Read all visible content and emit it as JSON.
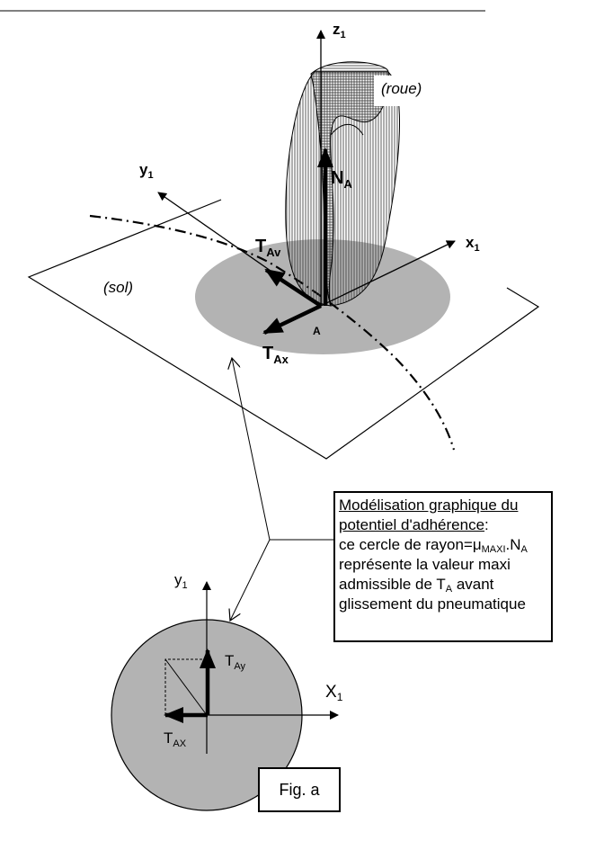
{
  "labels": {
    "z1": "z",
    "z1_sub": "1",
    "roue": "(roue)",
    "y1": "y",
    "y1_sub": "1",
    "x1": "x",
    "x1_sub": "1",
    "sol": "(sol)",
    "NA": "N",
    "NA_sub": "A",
    "TAv": "T",
    "TAv_sub": "Av",
    "TAx": "T",
    "TAx_sub": "Ax",
    "A": "A",
    "bottom_y1": "y",
    "bottom_y1_sub": "1",
    "bottom_X1": "X",
    "bottom_X1_sub": "1",
    "TAy": "T",
    "TAy_sub": "Ay",
    "TAX": "T",
    "TAX_sub": "AX"
  },
  "note": {
    "title_line1": "Modélisation graphique du",
    "title_line2": "potentiel d'adhérence",
    "title_colon": ":",
    "line3_pre": "ce cercle de rayon=",
    "mu": "μ",
    "mu_sub": "MAXI",
    "dot_N": ".N",
    "N_sub": "A",
    "line4": "représente la valeur maxi",
    "line5_pre": "admissible de T",
    "line5_sub": "A",
    "line5_post": " avant",
    "line6": "glissement du pneumatique"
  },
  "fig_label": "Fig. a",
  "colors": {
    "disc": "#b3b3b3",
    "ink": "#000000",
    "hatch": "#444444"
  }
}
